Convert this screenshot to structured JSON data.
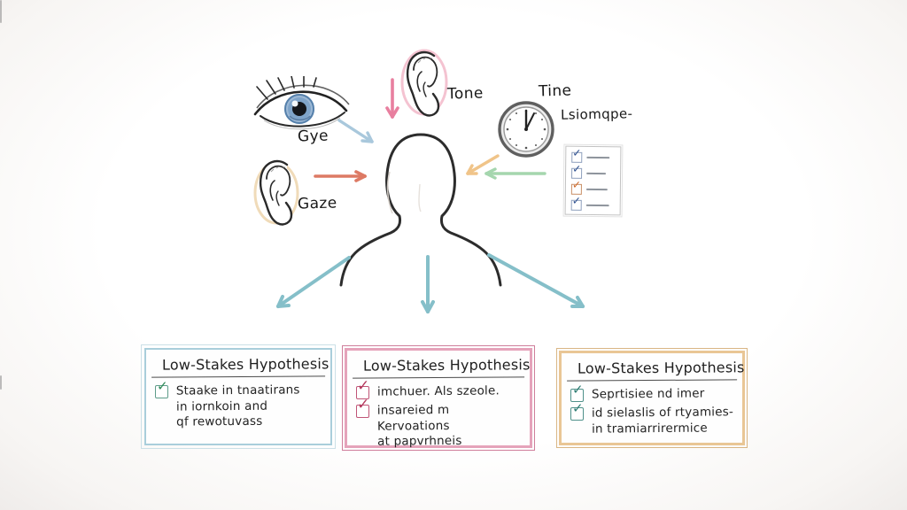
{
  "labels": {
    "eye": "Gye",
    "ear_left": "Gaze",
    "ear_top": "Tone",
    "clock": "Tine",
    "listening": "Lsiomqpe-"
  },
  "icons": {
    "check": "✓"
  },
  "colors": {
    "arrow_eye_to_person": "#a9c8dc",
    "arrow_ear_top_to_person": "#e87f9f",
    "arrow_ear_left_to_person": "#dd7a64",
    "arrow_clock_to_person": "#f0c489",
    "arrow_checklist_to_person": "#a5d6ae",
    "arrow_person_to_boxes": "#85bfc9",
    "box_blue_border": "#a9cedb",
    "box_pink_border": "#e5a3ba",
    "box_tan_border": "#e9c695",
    "check_green": "#2e8b57",
    "check_pink": "#b43a5e",
    "check_teal": "#2f7d74",
    "checklist_check_blue": "#2d4f8f",
    "checklist_check_orange": "#cf6b2d",
    "eye_iris": "#89aed0"
  },
  "checklist": {
    "rows": 4,
    "checked_states": [
      "blue",
      "blue",
      "orange",
      "blue"
    ]
  },
  "boxes": [
    {
      "title": "Low-Stakes Hypothesis",
      "items": [
        {
          "check": "green",
          "lines": [
            "Staake in tnaatirans",
            "in iornkoin and",
            "qf rewotuvass"
          ]
        }
      ]
    },
    {
      "title": "Low-Stakes Hypothesis",
      "items": [
        {
          "check": "pink",
          "lines": [
            "imchuer. Als szeole."
          ]
        },
        {
          "check": "pink",
          "lines": [
            "insareied m Kervoations",
            "at papvrhneis"
          ]
        }
      ]
    },
    {
      "title": "Low-Stakes Hypothesis",
      "items": [
        {
          "check": "teal",
          "lines": [
            "Seprtisiee nd imer"
          ]
        },
        {
          "check": "teal",
          "lines": [
            "id sielaslis of rtyamies-",
            "in tramiarrirermice"
          ]
        }
      ]
    }
  ]
}
